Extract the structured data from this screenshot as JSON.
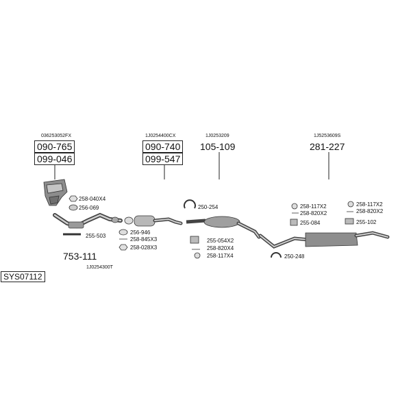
{
  "system_code": "SYS07112",
  "groups": [
    {
      "oem": "036253052FX",
      "parts": [
        "090-765",
        "099-046"
      ]
    },
    {
      "oem": "1J0254400CX",
      "parts": [
        "090-740",
        "099-547"
      ]
    },
    {
      "oem": "1J0253209",
      "parts": [
        "105-109"
      ]
    },
    {
      "oem": "1J5253609S",
      "parts": [
        "281-227"
      ]
    }
  ],
  "front_pipe": {
    "part": "753-111",
    "oem": "1J0254300T"
  },
  "accessories": {
    "a1": "258-040X4",
    "a2": "256-069",
    "a3": "255-503",
    "a4": "256-946",
    "a5": "258-845X3",
    "a6": "258-028X3",
    "a7": "250-254",
    "a8": "255-054X2",
    "a9": "258-820X4",
    "a10": "258-117X4",
    "a11": "250-248",
    "a12": "258-117X2",
    "a13": "258-820X2",
    "a14": "255-084",
    "a15": "258-117X2",
    "a16": "258-820X2",
    "a17": "255-102"
  }
}
